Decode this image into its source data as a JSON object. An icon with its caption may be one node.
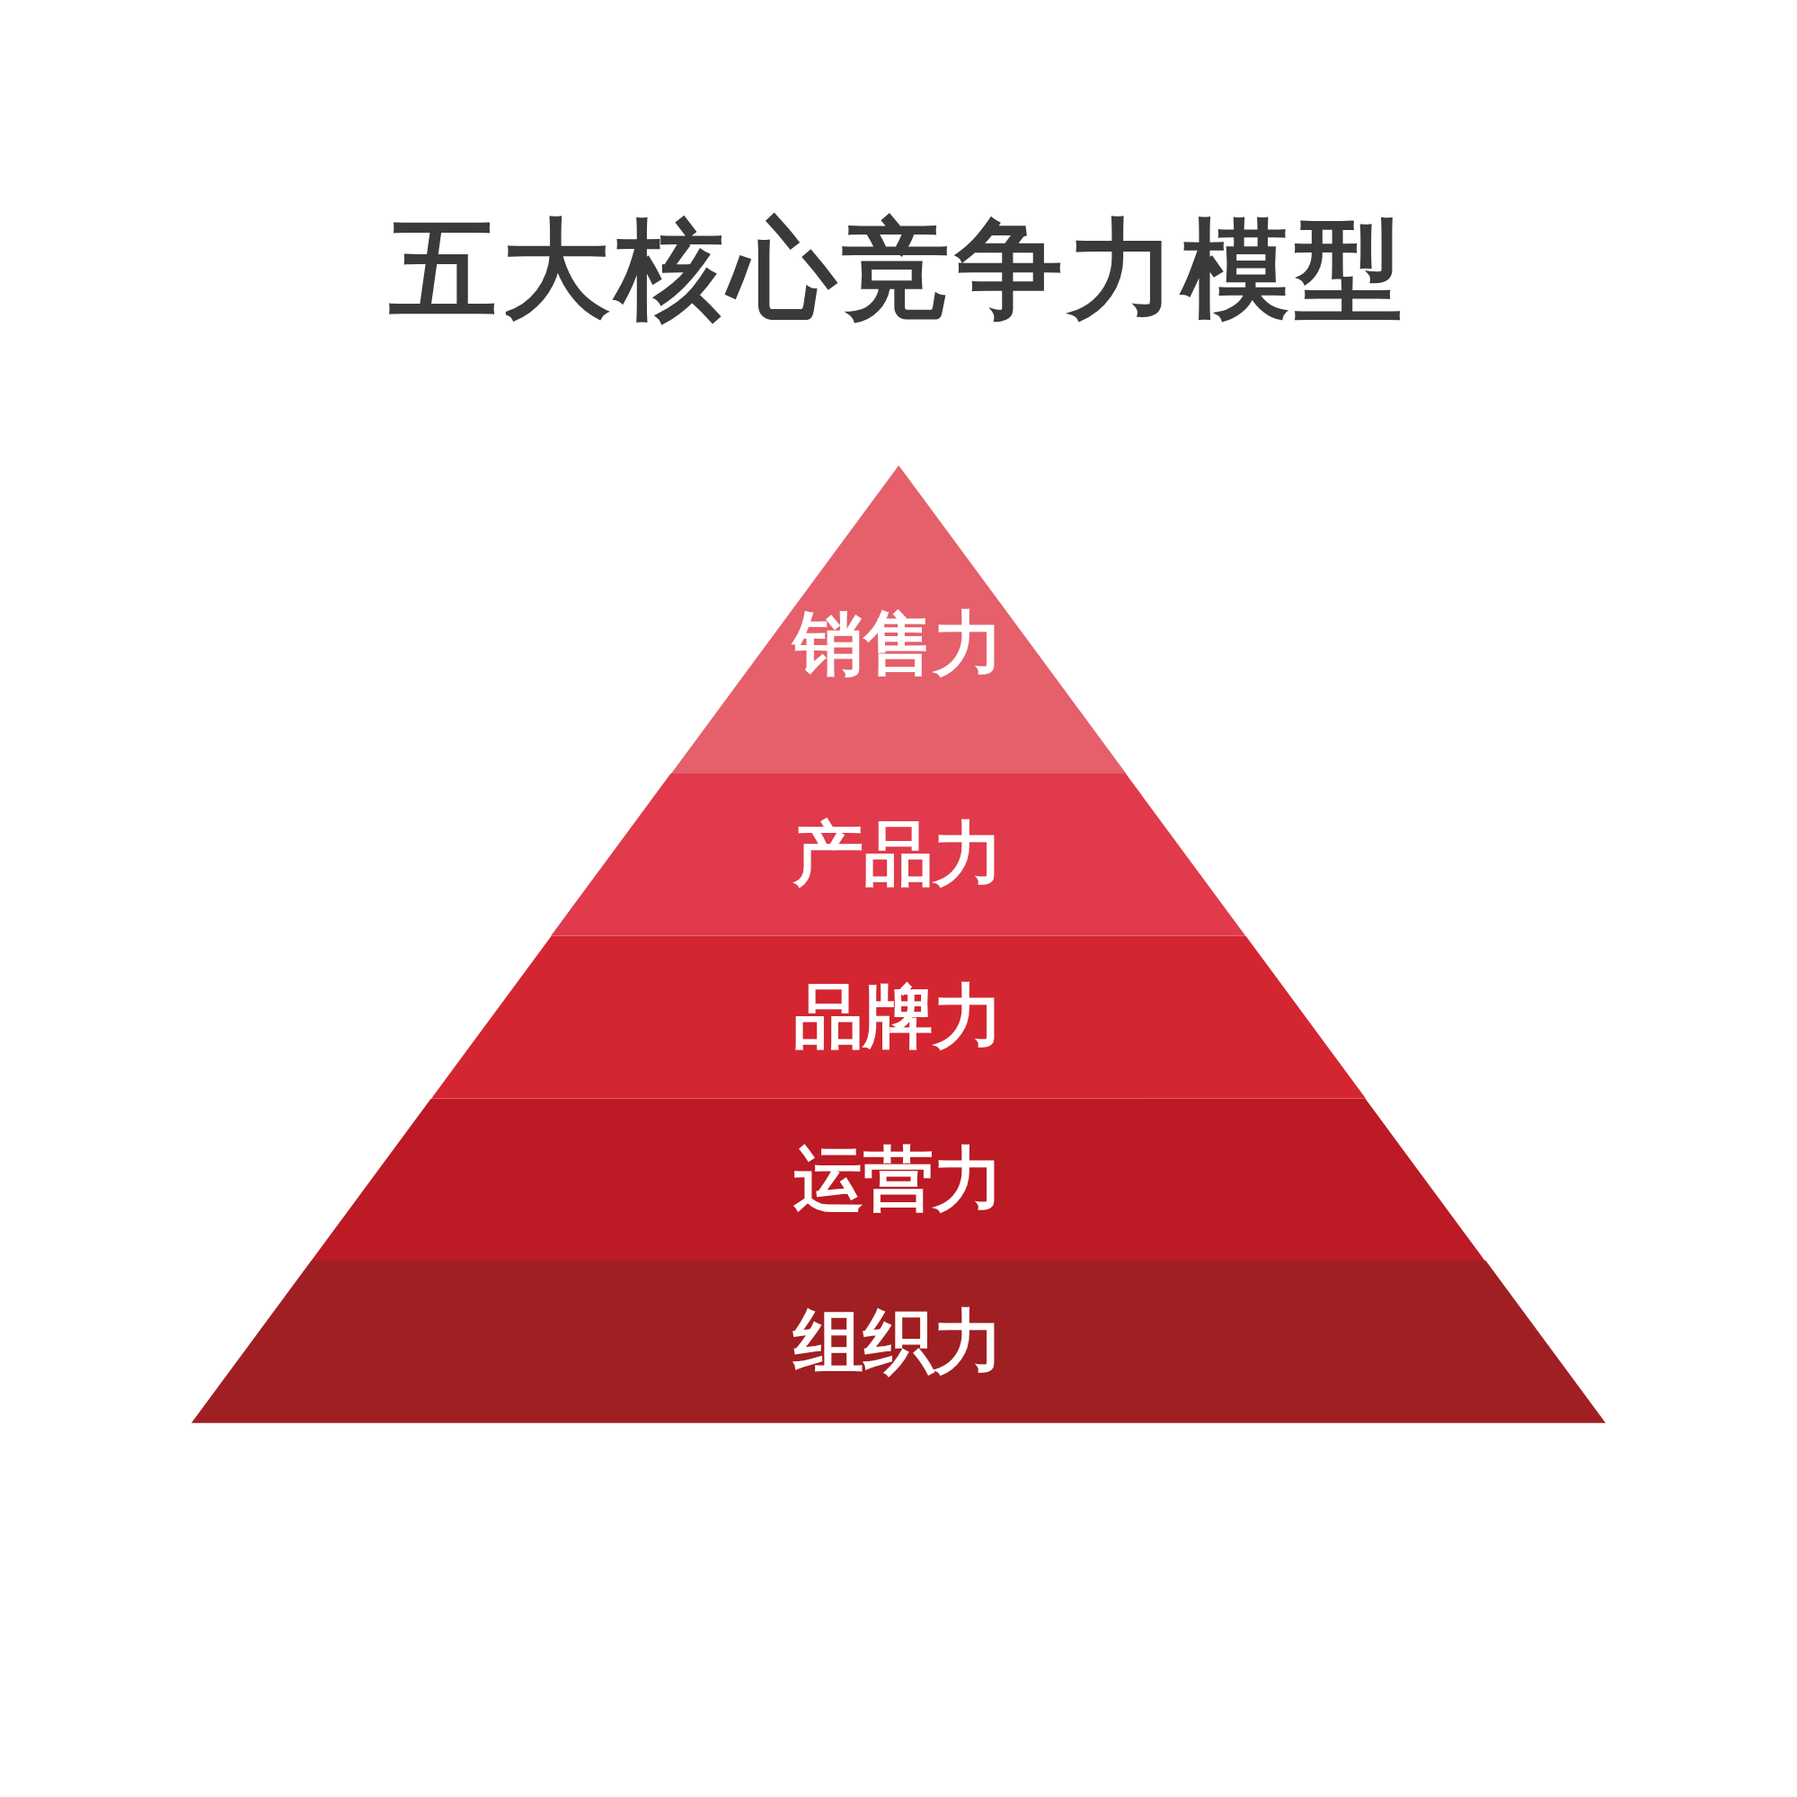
{
  "diagram": {
    "title": "五大核心竞争力模型",
    "nodes": [
      {
        "text": [
          "销售力"
        ]
      },
      {
        "text": [
          "产品力"
        ]
      },
      {
        "text": [
          "品牌力"
        ]
      },
      {
        "text": [
          "运营力"
        ]
      },
      {
        "text": [
          "组织力"
        ]
      }
    ]
  }
}
